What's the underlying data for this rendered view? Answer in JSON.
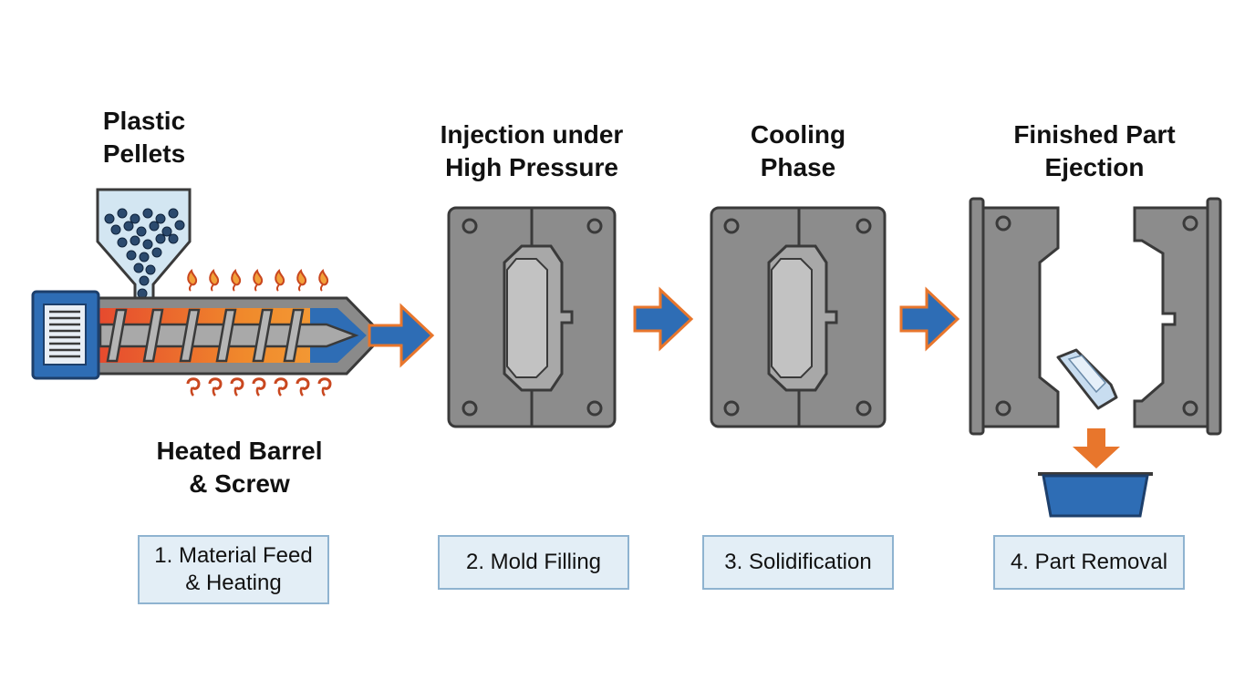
{
  "labels": {
    "pellets": [
      "Plastic",
      "Pellets"
    ],
    "barrel": [
      "Heated Barrel",
      "& Screw"
    ],
    "injection": [
      "Injection under",
      "High Pressure"
    ],
    "cooling": [
      "Cooling",
      "Phase"
    ],
    "ejection": [
      "Finished Part",
      "Ejection"
    ]
  },
  "steps": [
    [
      "1. Material Feed",
      "& Heating"
    ],
    [
      "2. Mold Filling"
    ],
    [
      "3. Solidification"
    ],
    [
      "4. Part Removal"
    ]
  ],
  "colors": {
    "steel": "#8c8c8c",
    "outline": "#3a3a3a",
    "blue": "#2e6db5",
    "orange": "#e8762c",
    "hopper": "#d3e6f2",
    "box_fill": "#e3eef6",
    "box_border": "#8fb3d0"
  },
  "icons": [
    "heat-flame-icon",
    "flow-arrow-icon",
    "collection-bin-icon"
  ]
}
